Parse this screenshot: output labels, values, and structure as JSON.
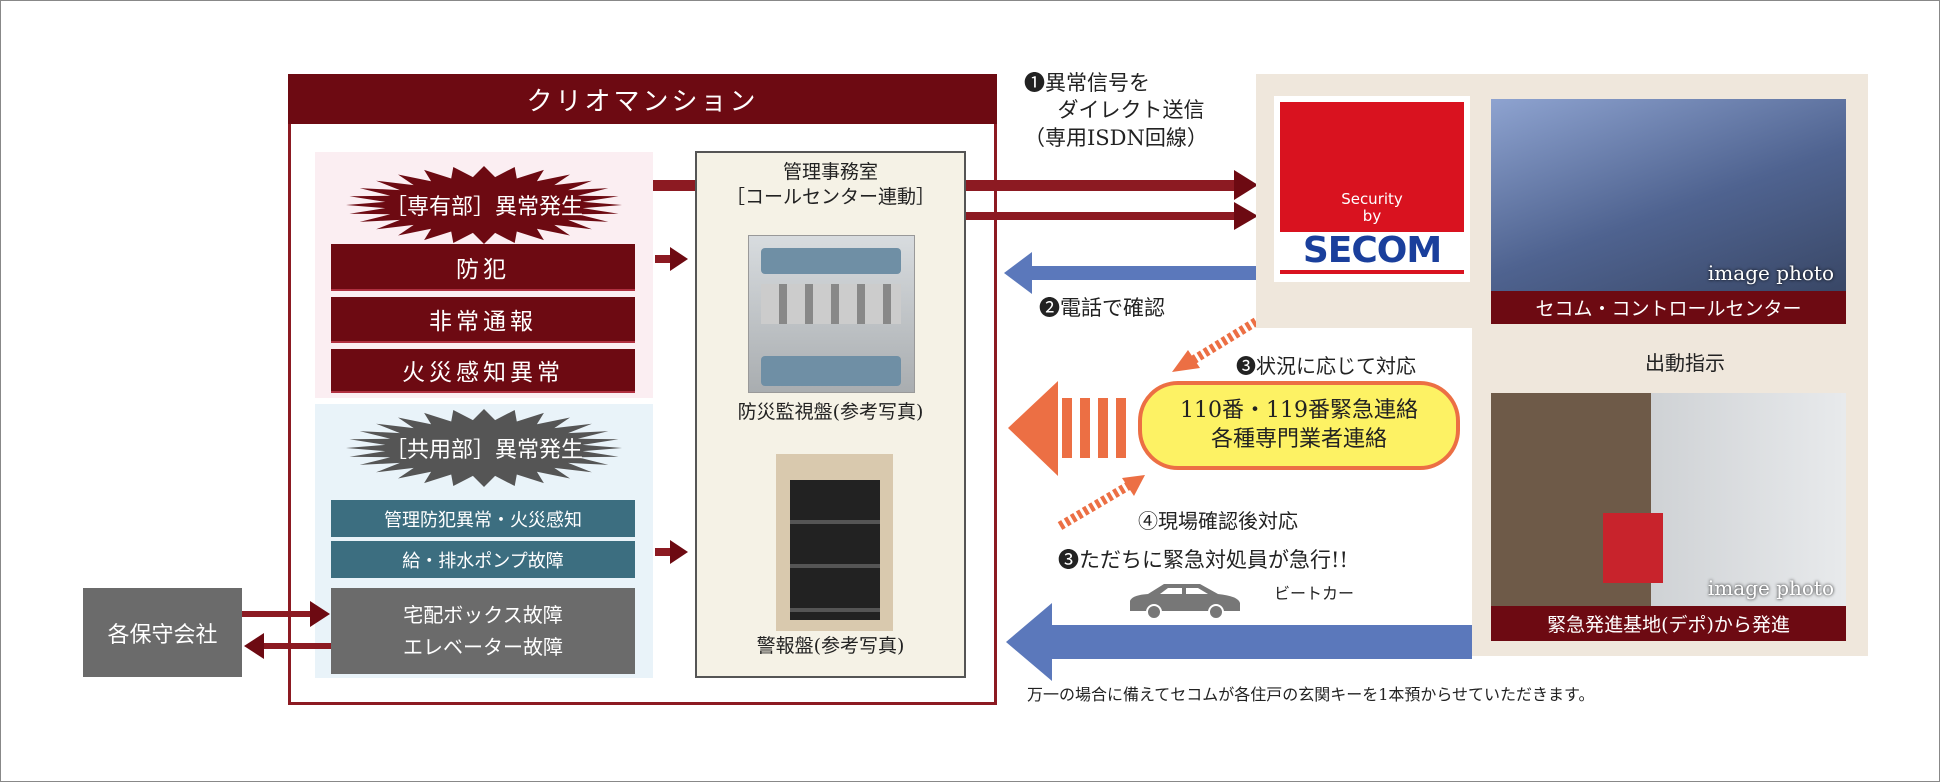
{
  "mansion": {
    "title": "クリオマンション"
  },
  "private": {
    "burst": "［専有部］異常発生",
    "items": [
      "防犯",
      "非常通報",
      "火災感知異常"
    ]
  },
  "common": {
    "burst": "［共用部］異常発生",
    "items": [
      "管理防犯異常・火災感知",
      "給・排水ポンプ故障"
    ],
    "gray_lines": [
      "宅配ボックス故障",
      "エレベーター故障"
    ]
  },
  "maintenance": "各保守会社",
  "office": {
    "title": "管理事務室",
    "subtitle": "［コールセンター連動］",
    "photo1_caption": "防災監視盤(参考写真)",
    "photo2_caption": "警報盤(参考写真)"
  },
  "steps": {
    "s1": [
      "❶異常信号を",
      "ダイレクト送信",
      "（専用ISDN回線）"
    ],
    "s2": "❷電話で確認",
    "s3a": "❸状況に応じて対応",
    "s4": "④現場確認後対応",
    "s3b": "❸ただちに緊急対処員が急行!!",
    "car": "ビートカー"
  },
  "emergency": [
    "110番・119番緊急連絡",
    "各種専門業者連絡"
  ],
  "secom": {
    "logo_top": "Security",
    "logo_by": "by",
    "logo": "SECOM"
  },
  "control": {
    "caption": "セコム・コントロールセンター",
    "image_label": "image photo"
  },
  "dispatch": "出動指示",
  "depot": {
    "caption": "緊急発進基地(デポ)から発進",
    "image_label": "image photo"
  },
  "note": "万一の場合に備えてセコムが各住戸の玄関キーを1本預からせていただきます。",
  "colors": {
    "maroon": "#6d0a12",
    "teal": "#3c6e80",
    "orange": "#ec6f44",
    "blue": "#5b78bb",
    "yellow": "#fdf264",
    "beige": "#efe7dc"
  }
}
